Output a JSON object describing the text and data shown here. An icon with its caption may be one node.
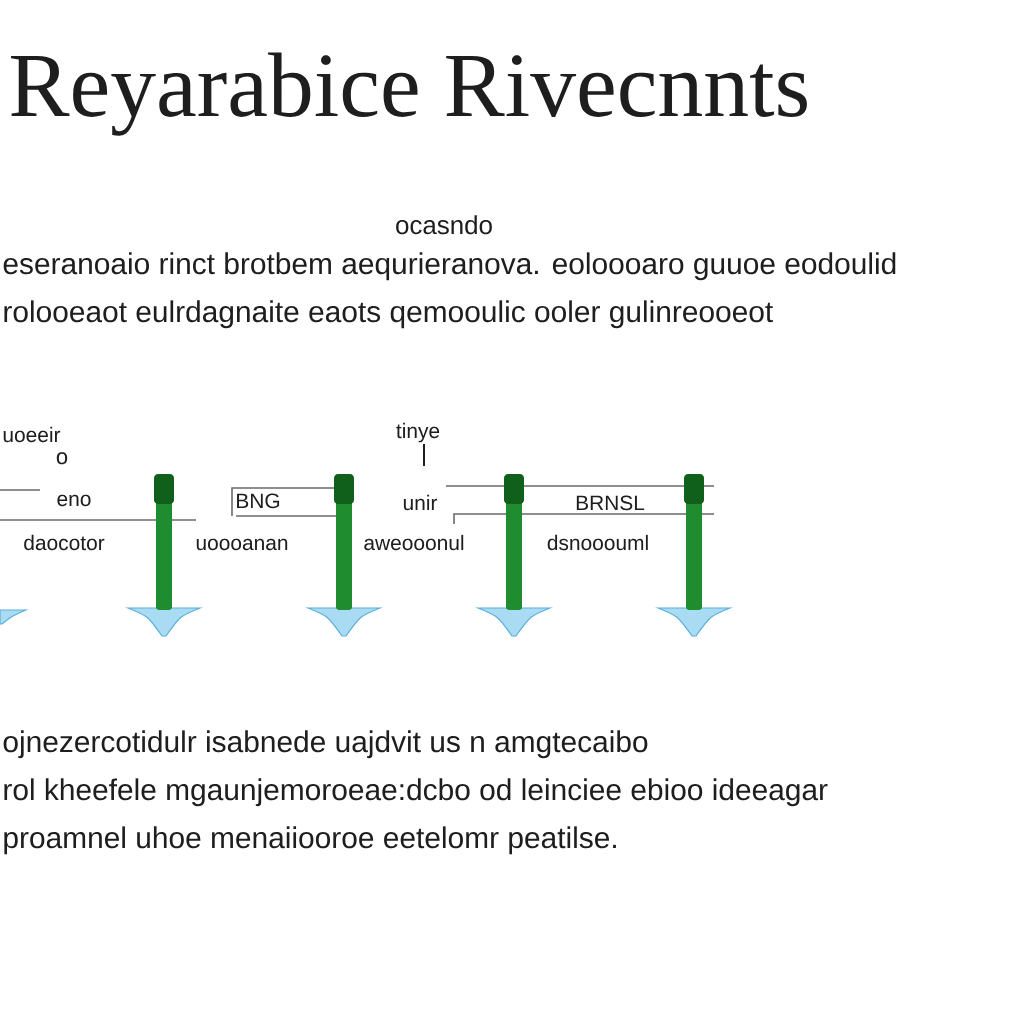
{
  "diagram": {
    "title": "Reyarabice Rivecnnts",
    "labels": [
      "ocasndo",
      "eseranoaio rinct brotbem aequrieranova. eoloooaro guuoe eodoulid",
      "rolooeaot eulrdagnaite eaots qemooulic ooler gulinreooeot",
      "uoeeir",
      "tinye",
      "o",
      "eno",
      "BNG",
      "unir",
      "BRNSL",
      "daocotor",
      "uoooanan",
      "aweooonul",
      "dsnooouml",
      "ojnezercotidulr isabnede uajdvit us n amgtecaibo",
      "rol kheefele mgaunjemoroeae:dcbo od leinciee ebioo ideeagar",
      "proamnel uhoe menaiiooroe eetelomr peatilse."
    ]
  }
}
